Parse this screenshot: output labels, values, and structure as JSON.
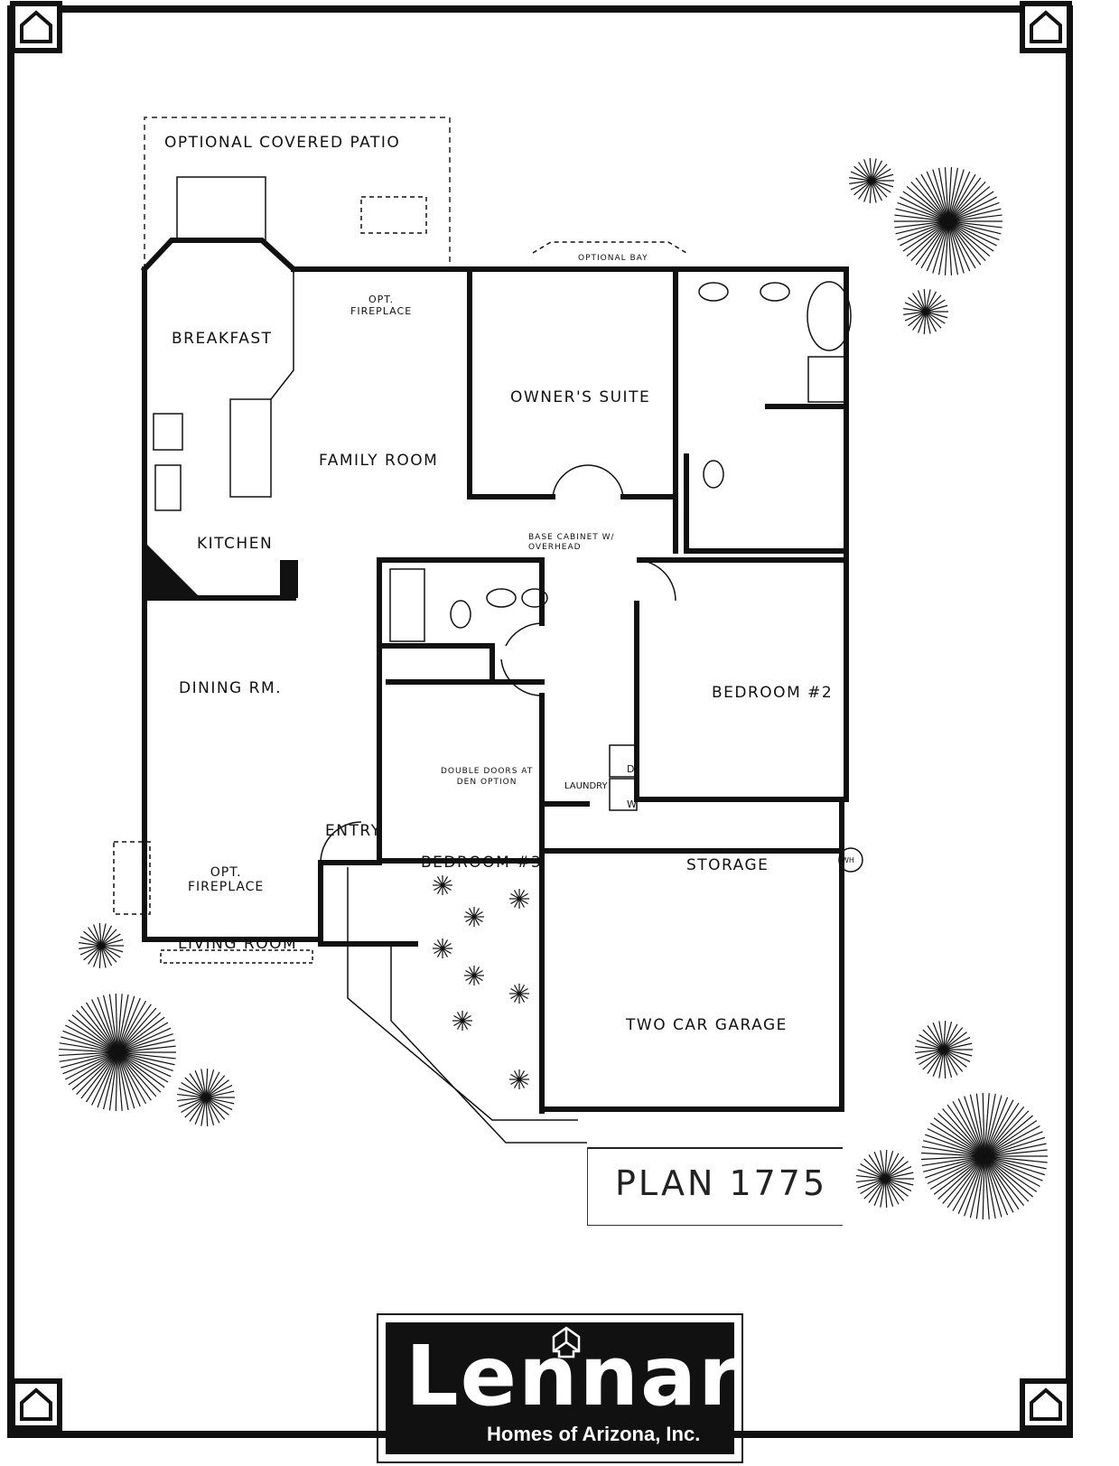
{
  "plan": {
    "title": "PLAN 1775"
  },
  "rooms": {
    "patio": "OPTIONAL COVERED PATIO",
    "opt_fireplace_family": "OPT.\nFIREPLACE",
    "optional_bay": "OPTIONAL BAY",
    "breakfast": "BREAKFAST",
    "owners_suite": "OWNER'S SUITE",
    "family_room": "FAMILY ROOM",
    "kitchen": "KITCHEN",
    "base_cabinet": "BASE CABINET W/\nOVERHEAD",
    "dining": "DINING RM.",
    "bedroom2": "BEDROOM #2",
    "double_doors": "DOUBLE DOORS AT\nDEN OPTION",
    "laundry": "LAUNDRY",
    "dryer": "D",
    "washer": "W",
    "entry": "ENTRY",
    "opt_fireplace_living": "OPT.\nFIREPLACE",
    "bedroom3": "BEDROOM #3",
    "storage": "STORAGE",
    "water_heater": "WH",
    "living": "LIVING ROOM",
    "garage": "TWO CAR GARAGE"
  },
  "logo": {
    "word": "Lennar",
    "subtitle": "Homes of Arizona, Inc."
  },
  "colors": {
    "ink": "#111111",
    "paper": "#ffffff"
  }
}
